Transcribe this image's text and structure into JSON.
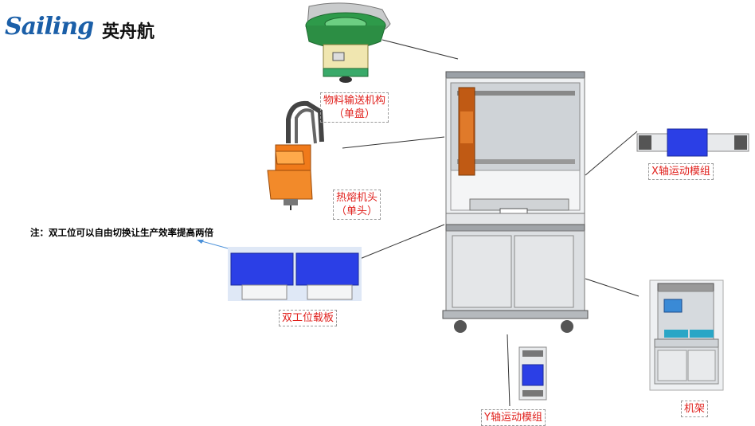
{
  "brand": {
    "script": "Sailing",
    "chinese": "英舟航"
  },
  "labels": {
    "feeder_line1": "物料输送机构",
    "feeder_line2": "（单盘）",
    "head_line1": "热熔机头",
    "head_line2": "（单头）",
    "x_axis": "X轴运动模组",
    "dual_station": "双工位载板",
    "y_axis": "Y轴运动模组",
    "frame": "机架"
  },
  "note": "注：双工位可以自由切换让生产效率提高两倍",
  "colors": {
    "label_text": "#e0201c",
    "module_blue": "#2b3fe6",
    "machine_gray": "#d8dadc",
    "feeder_green": "#2e9a4a",
    "head_orange": "#f07a1a"
  }
}
